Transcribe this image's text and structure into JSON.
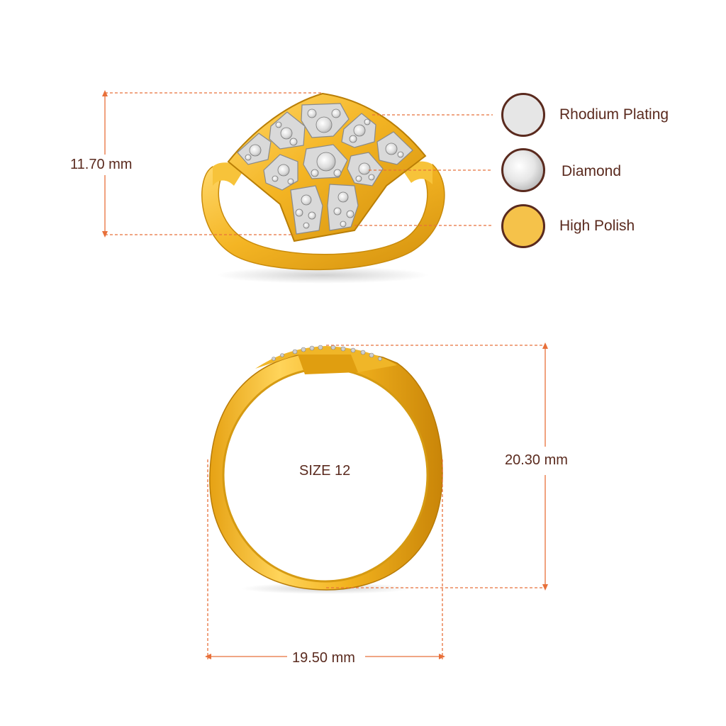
{
  "dimensions": {
    "height_top": "11.70 mm",
    "height_front": "20.30 mm",
    "width_front": "19.50 mm",
    "ring_size": "SIZE 12"
  },
  "legend": [
    {
      "label": "Rhodium Plating",
      "icon": "rhodium-swatch-icon",
      "color": "#e6e6e6"
    },
    {
      "label": "Diamond",
      "icon": "diamond-swatch-icon",
      "color": "#f4f4f4"
    },
    {
      "label": "High Polish",
      "icon": "high-polish-swatch-icon",
      "color": "#f5c24a"
    }
  ],
  "colors": {
    "dimension_line": "#e8703a",
    "text": "#5a2a1e",
    "gold": "#f2b420",
    "gold_dark": "#c98a0c",
    "gold_light": "#ffe07a"
  }
}
